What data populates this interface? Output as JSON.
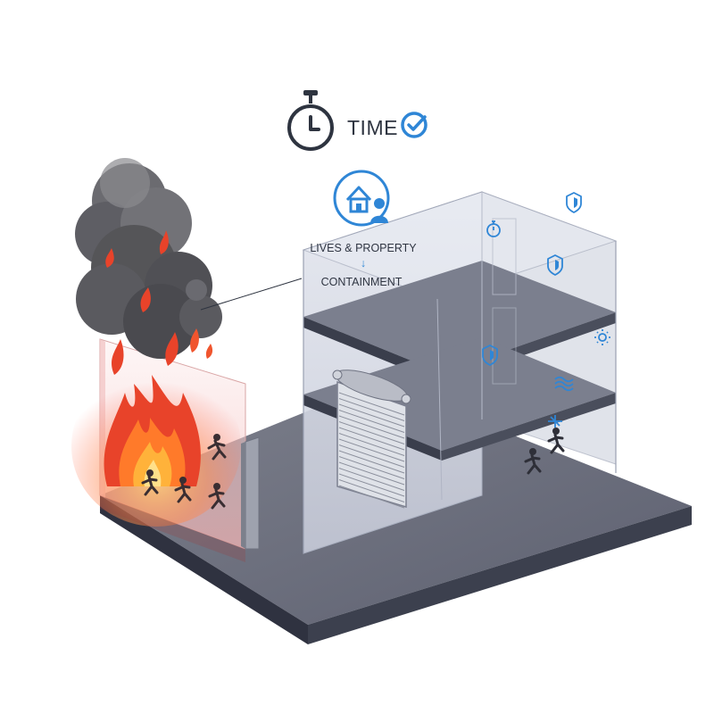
{
  "header": {
    "timer_icon": "stopwatch-icon",
    "label": "TIME",
    "check_icon": "check-circle-icon"
  },
  "callout": {
    "icon": "home-person-icon",
    "line1": "LIVES & PROPERTY",
    "arrow": "↓",
    "line2": "CONTAINMENT"
  },
  "building": {
    "door": "rolling-fire-shutter",
    "icons": [
      "shield-icon",
      "timer-icon",
      "shield-icon",
      "shield-icon",
      "sun-icon",
      "water-icon",
      "ventilation-icon"
    ]
  },
  "fire_zone": {
    "hazard": "fire-and-smoke",
    "people": [
      "running-person",
      "running-person",
      "running-person",
      "running-person"
    ]
  },
  "colors": {
    "accent_blue": "#2f86d6",
    "dark_icon": "#2e3440",
    "slab": "#6c7080",
    "wall_glass": "#c9cedb",
    "fire_glass": "#f2c2c2",
    "flame_outer": "#e8432a",
    "flame_inner": "#ffb23a",
    "smoke": "#5b5b60"
  }
}
